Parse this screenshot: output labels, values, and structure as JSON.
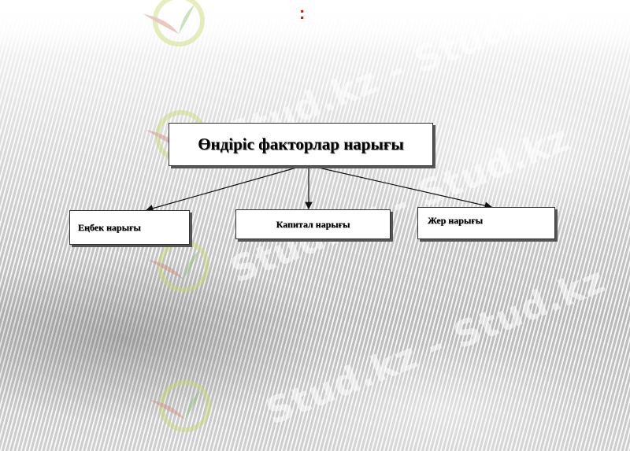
{
  "colors": {
    "accent_mark": "#e01010",
    "box_fill": "#ffffff",
    "box_border": "#333333",
    "text": "#000000"
  },
  "decor": {
    "colon_mark": ":",
    "watermark": "Stud.kz - Stud.kz",
    "watermark_logo_icon": "leaf-swirl-logo-icon"
  },
  "diagram": {
    "root": {
      "label": "Өндіріс факторлар нарығы"
    },
    "children": [
      {
        "label": "Еңбек  нарығы"
      },
      {
        "label": "Капитал  нарығы"
      },
      {
        "label": "Жер  нарығы"
      }
    ]
  }
}
